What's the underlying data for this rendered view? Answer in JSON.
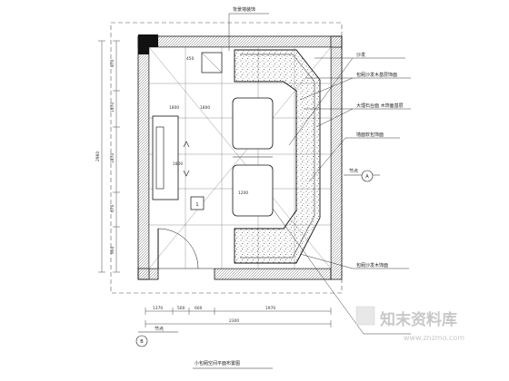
{
  "drawing": {
    "title": "小包厢空间平面布置图",
    "callouts": [
      "背景墙装饰",
      "沙发",
      "包厢沙发木基层饰面",
      "大理石台面 木饰面基层",
      "墙面软包饰面",
      "包厢沙发木饰面"
    ],
    "room_tag": "1",
    "section_tags": [
      "A",
      "B"
    ],
    "side_labels": [
      "节点",
      "节点"
    ],
    "dims_bottom": [
      "1370",
      "500",
      "600",
      "1970",
      "2300"
    ],
    "dims_left": [
      "870",
      "1970",
      "1870",
      "670",
      "2960",
      "900"
    ],
    "dims_inner": [
      "1800",
      "1800",
      "1800",
      "450",
      "1200"
    ]
  },
  "watermark": {
    "brand": "知末资料库",
    "url": "www.znzmo.com"
  }
}
